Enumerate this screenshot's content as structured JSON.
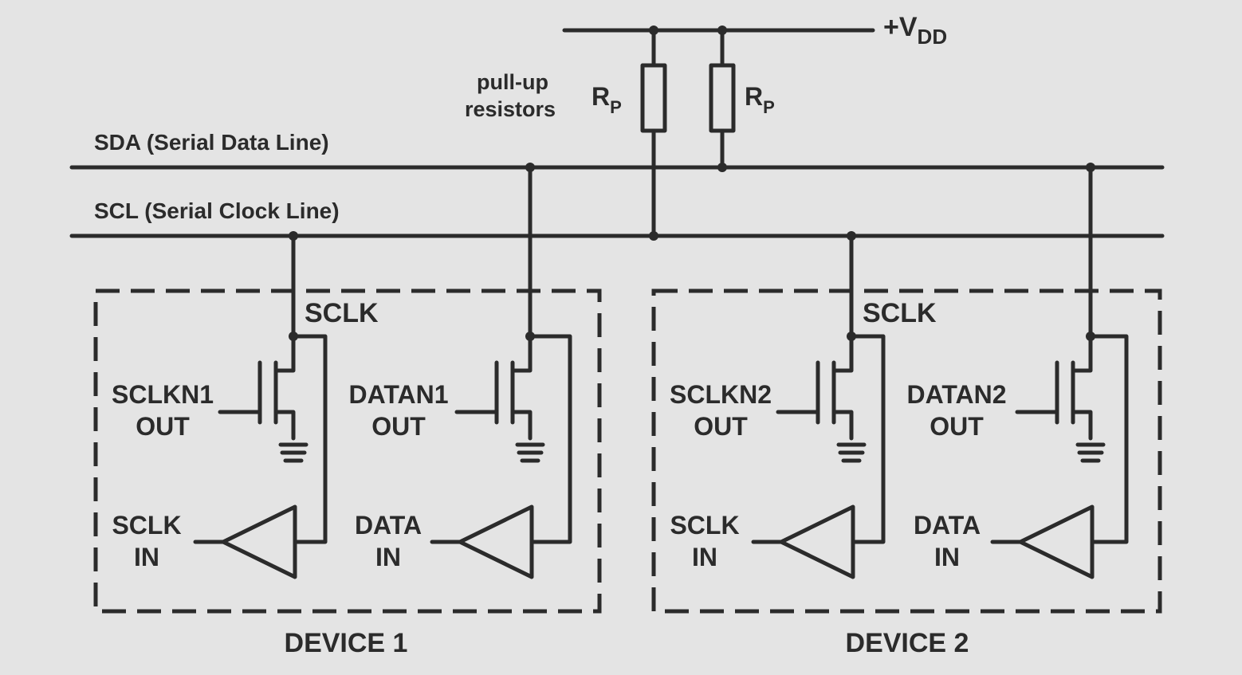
{
  "supply": {
    "label": "+V",
    "subscript": "DD"
  },
  "pullup": {
    "line1": "pull-up",
    "line2": "resistors"
  },
  "resistors": [
    {
      "label": "R",
      "subscript": "P"
    },
    {
      "label": "R",
      "subscript": "P"
    }
  ],
  "buses": {
    "sda": "SDA (Serial Data Line)",
    "scl": "SCL (Serial Clock Line)"
  },
  "devices": [
    {
      "name": "DEVICE 1",
      "sclk_node": "SCLK",
      "clk_out": [
        "SCLKN1",
        "OUT"
      ],
      "data_out": [
        "DATAN1",
        "OUT"
      ],
      "clk_in": [
        "SCLK",
        "IN"
      ],
      "data_in": [
        "DATA",
        "IN"
      ]
    },
    {
      "name": "DEVICE 2",
      "sclk_node": "SCLK",
      "clk_out": [
        "SCLKN2",
        "OUT"
      ],
      "data_out": [
        "DATAN2",
        "OUT"
      ],
      "clk_in": [
        "SCLK",
        "IN"
      ],
      "data_in": [
        "DATA",
        "IN"
      ]
    }
  ],
  "colors": {
    "ink": "#2b2b2b",
    "background": "#e4e4e4"
  }
}
